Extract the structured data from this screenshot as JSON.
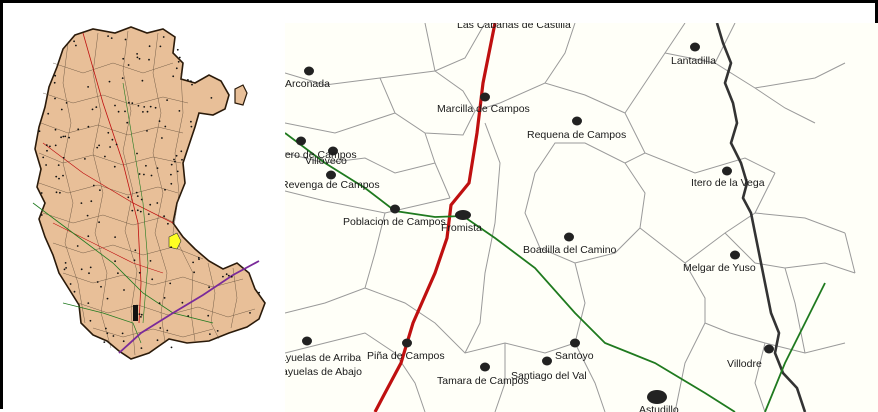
{
  "colors": {
    "province_fill": "#e8bf98",
    "municipal_border": "#3a2a1a",
    "road_main": "#bf1010",
    "road_secondary": "#1f7a1f",
    "road_purple": "#7a2a9a",
    "river": "#333333",
    "highlight": "#ffff22",
    "town": "#222222",
    "background": "#fffff8"
  },
  "places": {
    "cabanas": "Las Cabanas de Castilla",
    "lantadilla": "Lantadilla",
    "arconada": "Arconada",
    "marcilla": "Marcilla de Campos",
    "requena": "Requena de Campos",
    "itero_campos": "Itero de Campos",
    "villoveco": "Villoveco",
    "revenga": "Revenga de Campos",
    "itero_vega": "Itero de la Vega",
    "poblacion": "Poblacion de Campos",
    "fromista": "Fromista",
    "boadilla": "Boadilla del Camino",
    "melgar": "Melgar de Yuso",
    "payuelas_arriba": "Payuelas de Arriba",
    "payuelas_abajo": "Payuelas de Abajo",
    "pina": "Piña de Campos",
    "santoyo": "Santoyo",
    "tamara": "Tamara de Campos",
    "santiago": "Santiago del Val",
    "villodre": "Villodre",
    "astudillo": "Astudillo"
  }
}
